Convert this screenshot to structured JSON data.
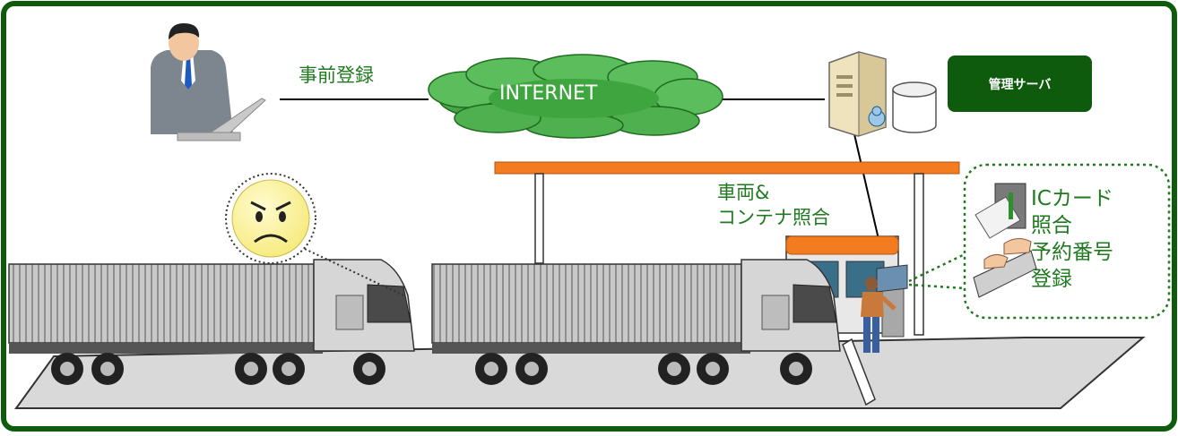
{
  "labels": {
    "pre_registration": "事前登録",
    "internet": "INTERNET",
    "management_server": "管理サーバ",
    "vehicle_container_check": [
      "車両&",
      "コンテナ照合"
    ],
    "kiosk_actions": [
      "ICカード",
      "照合",
      "予約番号",
      "登録"
    ]
  },
  "colors": {
    "frame_green": "#0e5b0e",
    "text_green": "#1f7a1f",
    "cloud_green": "#3fa63f",
    "gate_orange": "#f47c20",
    "road_gray": "#d9d9d9"
  }
}
